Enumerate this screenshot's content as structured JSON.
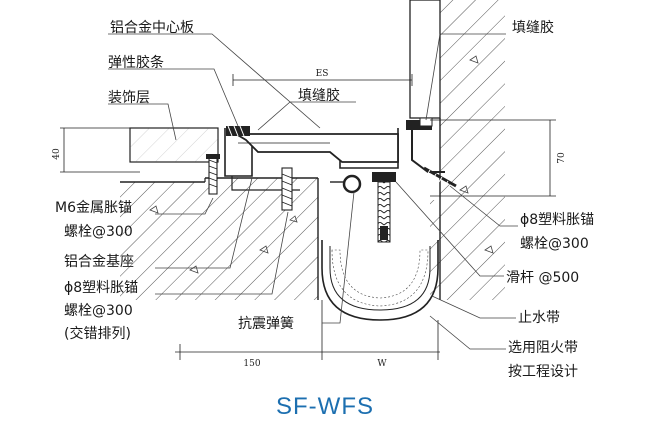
{
  "title": "SF-WFS",
  "labels": {
    "center_plate": "铝合金中心板",
    "elastic_strip": "弹性胶条",
    "finish_layer": "装饰层",
    "sealant_mid": "填缝胶",
    "sealant_right": "填缝胶",
    "anchor_m6_line1": "M6金属胀锚",
    "anchor_m6_line2": "螺栓@300",
    "base_seat": "铝合金基座",
    "anchor_phi8_left_line1": "ϕ8塑料胀锚",
    "anchor_phi8_left_line2": "螺栓@300",
    "anchor_phi8_left_line3": "(交错排列)",
    "seismic_spring": "抗震弹簧",
    "anchor_phi8_right_line1": "ϕ8塑料胀锚",
    "anchor_phi8_right_line2": "螺栓@300",
    "slide_bar": "滑杆 @500",
    "waterstop": "止水带",
    "fire_line1": "选用阻火带",
    "fire_line2": "按工程设计"
  },
  "dimensions": {
    "es": "ES",
    "left_40": "40",
    "right_70": "70",
    "bottom_150": "150",
    "bottom_w": "W"
  },
  "colors": {
    "title": "#1c6fb0",
    "line": "#1a1a1a",
    "leader": "#444444",
    "concrete_fill": "#ffffff"
  }
}
